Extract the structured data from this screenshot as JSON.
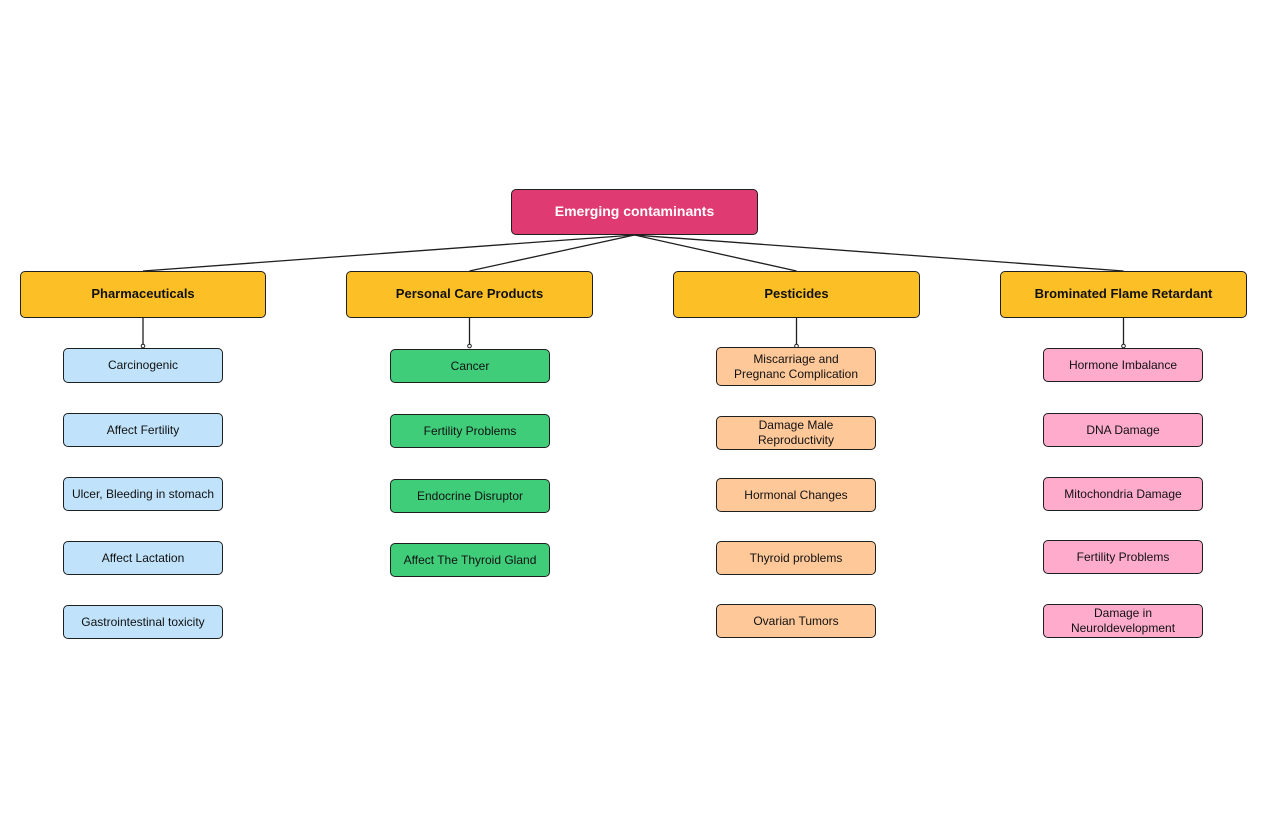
{
  "root": {
    "label": "Emerging contaminants",
    "color": "#e03a73"
  },
  "category_color": "#fdbf26",
  "categories": [
    {
      "label": "Pharmaceuticals",
      "leaf_color": "#c0e3fb",
      "items": [
        "Carcinogenic",
        "Affect Fertility",
        "Ulcer, Bleeding in stomach",
        "Affect Lactation",
        "Gastrointestinal toxicity"
      ]
    },
    {
      "label": "Personal Care Products",
      "leaf_color": "#3fcd7a",
      "items": [
        "Cancer",
        "Fertility Problems",
        "Endocrine Disruptor",
        "Affect The Thyroid Gland"
      ]
    },
    {
      "label": "Pesticides",
      "leaf_color": "#ffc899",
      "items": [
        "Miscarriage and Pregnanc Complication",
        "Damage Male Reproductivity",
        "Hormonal Changes",
        "Thyroid problems",
        "Ovarian Tumors"
      ]
    },
    {
      "label": "Brominated Flame Retardant",
      "leaf_color": "#ffaccc",
      "items": [
        "Hormone Imbalance",
        "DNA Damage",
        "Mitochondria Damage",
        "Fertility Problems",
        "Damage in Neuroldevelopment"
      ]
    }
  ]
}
